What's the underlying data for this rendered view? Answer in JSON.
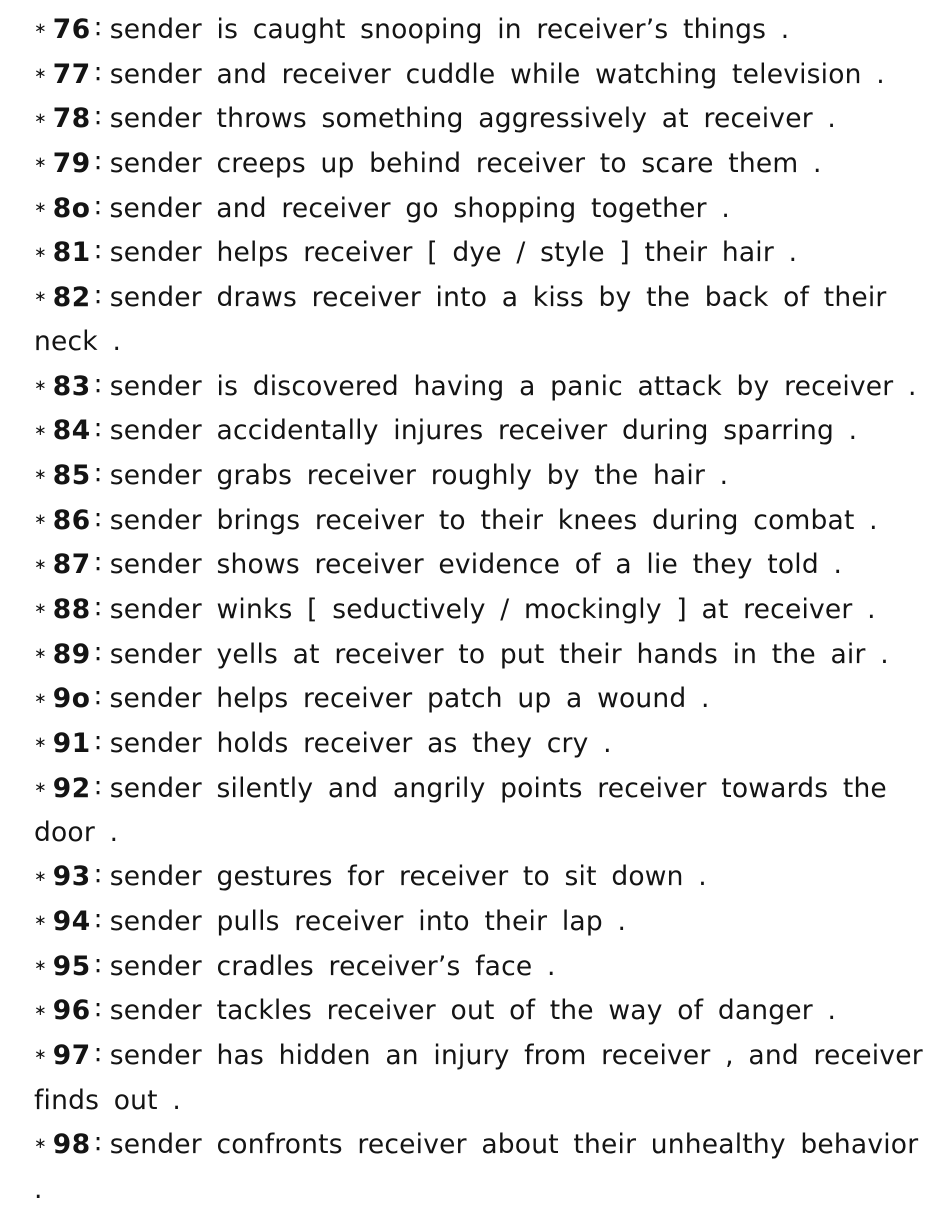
{
  "bullet_glyph": "∗",
  "separator_glyph": "∶",
  "items": [
    {
      "num": "76",
      "text": "sender is caught snooping in receiver’s things ."
    },
    {
      "num": "77",
      "text": "sender and receiver cuddle while watching television ."
    },
    {
      "num": "78",
      "text": "sender throws something aggressively at receiver ."
    },
    {
      "num": "79",
      "text": "sender creeps up behind receiver to scare them ."
    },
    {
      "num": "8o",
      "text": "sender and receiver go shopping together ."
    },
    {
      "num": "81",
      "text": "sender helps receiver [ dye / style ] their hair ."
    },
    {
      "num": "82",
      "text": "sender draws receiver into a kiss by the back of their neck ."
    },
    {
      "num": "83",
      "text": "sender is discovered having a panic attack by receiver ."
    },
    {
      "num": "84",
      "text": "sender accidentally injures receiver during sparring ."
    },
    {
      "num": "85",
      "text": "sender grabs receiver roughly by the hair ."
    },
    {
      "num": "86",
      "text": "sender brings receiver to their knees during combat ."
    },
    {
      "num": "87",
      "text": "sender shows receiver evidence of a lie they told ."
    },
    {
      "num": "88",
      "text": "sender winks [ seductively / mockingly ] at receiver ."
    },
    {
      "num": "89",
      "text": "sender yells at receiver to put their hands in the air ."
    },
    {
      "num": "9o",
      "text": "sender helps receiver patch up a wound ."
    },
    {
      "num": "91",
      "text": "sender holds receiver as they cry ."
    },
    {
      "num": "92",
      "text": "sender silently and angrily points receiver towards the door ."
    },
    {
      "num": "93",
      "text": "sender gestures for receiver to sit down ."
    },
    {
      "num": "94",
      "text": "sender pulls receiver into their lap ."
    },
    {
      "num": "95",
      "text": "sender cradles receiver’s face ."
    },
    {
      "num": "96",
      "text": "sender tackles receiver out of the way of danger ."
    },
    {
      "num": "97",
      "text": "sender has hidden an injury from receiver , and receiver finds out ."
    },
    {
      "num": "98",
      "text": "sender confronts receiver about their unhealthy behavior ."
    }
  ]
}
